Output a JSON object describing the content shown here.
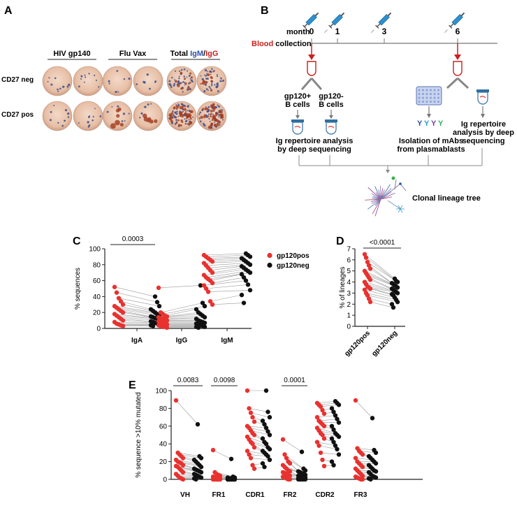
{
  "panel_a": {
    "letter": "A",
    "col_headers": [
      "HIV gp140",
      "Flu Vax",
      "Total"
    ],
    "total_igm": "IgM",
    "total_sep": "/",
    "total_igg": "IgG",
    "rows": [
      "CD27 neg",
      "CD27 pos"
    ]
  },
  "panel_b": {
    "letter": "B",
    "month_label": "month",
    "months": [
      "0",
      "1",
      "3",
      "6"
    ],
    "blood": "Blood",
    "collection": "collection",
    "gp120pos": [
      "gp120+",
      "B cells"
    ],
    "gp120neg": [
      "gp120-",
      "B cells"
    ],
    "ig_rep_left": [
      "Ig repertoire analysis",
      "by deep sequencing"
    ],
    "isolation": [
      "Isolation of mAbs",
      "from plasmablasts"
    ],
    "ig_rep_right": [
      "Ig repertoire",
      "analysis by deep",
      "sequencing"
    ],
    "clonal": "Clonal lineage tree"
  },
  "colors": {
    "pos": "#e8322f",
    "neg": "#111111",
    "blood_red": "#c8201e",
    "syringe": "#2f8fcf",
    "igm_blue": "#2d4fa8"
  },
  "chart_data": [
    {
      "panel": "C",
      "type": "scatter",
      "ylabel": "% sequences",
      "ylim": [
        0,
        100
      ],
      "yticks": [
        0,
        20,
        40,
        60,
        80,
        100
      ],
      "categories": [
        "IgA",
        "IgG",
        "IgM"
      ],
      "legend": [
        "gp120pos",
        "gp120neg"
      ],
      "legend_position": "top-right",
      "pvalues": [
        {
          "category": "IgA",
          "text": "0.0003"
        }
      ],
      "series": [
        {
          "name": "gp120pos",
          "values": {
            "IgA": [
              52,
              45,
              38,
              34,
              30,
              28,
              26,
              24,
              22,
              20,
              18,
              16,
              14,
              12,
              10,
              8,
              6,
              5,
              4,
              3
            ],
            "IgG": [
              51,
              20,
              18,
              16,
              15,
              14,
              13,
              12,
              11,
              10,
              9,
              8,
              7,
              6,
              5,
              4,
              3,
              2,
              2,
              1
            ],
            "IgM": [
              92,
              90,
              88,
              86,
              84,
              82,
              79,
              76,
              73,
              70,
              67,
              64,
              62,
              60,
              57,
              54,
              50,
              46,
              34,
              30
            ]
          }
        },
        {
          "name": "gp120neg",
          "values": {
            "IgA": [
              40,
              33,
              28,
              24,
              22,
              20,
              18,
              16,
              15,
              14,
              13,
              12,
              10,
              9,
              8,
              7,
              6,
              5,
              4,
              3
            ],
            "IgG": [
              54,
              32,
              28,
              24,
              20,
              18,
              16,
              14,
              12,
              10,
              9,
              8,
              7,
              6,
              5,
              4,
              3,
              2,
              2,
              1
            ],
            "IgM": [
              94,
              92,
              90,
              88,
              86,
              84,
              82,
              80,
              78,
              76,
              74,
              72,
              70,
              68,
              64,
              60,
              55,
              48,
              42,
              32
            ]
          }
        }
      ]
    },
    {
      "panel": "D",
      "type": "scatter",
      "ylabel": "% of lineages",
      "ylim": [
        0,
        7
      ],
      "yticks": [
        0,
        1,
        2,
        3,
        4,
        5,
        6,
        7
      ],
      "categories": [
        "gp120pos",
        "gp120neg"
      ],
      "pvalues": [
        {
          "category": "gp120pos",
          "text": "<0.0001"
        }
      ],
      "pairs": [
        [
          6.5,
          4.3
        ],
        [
          6.2,
          4.1
        ],
        [
          5.8,
          4.0
        ],
        [
          5.5,
          3.9
        ],
        [
          5.2,
          3.8
        ],
        [
          5.0,
          3.7
        ],
        [
          4.8,
          3.6
        ],
        [
          4.6,
          3.5
        ],
        [
          4.4,
          3.4
        ],
        [
          4.2,
          3.3
        ],
        [
          4.0,
          3.2
        ],
        [
          3.8,
          3.1
        ],
        [
          3.6,
          3.0
        ],
        [
          3.5,
          2.9
        ],
        [
          3.4,
          2.8
        ],
        [
          3.3,
          2.6
        ],
        [
          3.0,
          2.4
        ],
        [
          2.8,
          2.2
        ],
        [
          2.5,
          2.0
        ],
        [
          2.2,
          1.7
        ]
      ]
    },
    {
      "panel": "E",
      "type": "scatter",
      "ylabel": "% sequence >10% mutated",
      "ylim": [
        0,
        100
      ],
      "yticks": [
        0,
        20,
        40,
        60,
        80,
        100
      ],
      "categories": [
        "VH",
        "FR1",
        "CDR1",
        "FR2",
        "CDR2",
        "FR3"
      ],
      "pvalues": [
        {
          "category": "VH",
          "text": "0.0083"
        },
        {
          "category": "FR1",
          "text": "0.0098"
        },
        {
          "category": "FR2",
          "text": "0.0001"
        }
      ],
      "series": [
        {
          "name": "gp120pos",
          "values": {
            "VH": [
              89,
              30,
              28,
              26,
              24,
              22,
              20,
              19,
              18,
              16,
              15,
              14,
              12,
              10,
              8,
              6,
              4,
              2,
              1,
              0
            ],
            "FR1": [
              33,
              8,
              6,
              5,
              4,
              3,
              2,
              2,
              1,
              1,
              0,
              0,
              0,
              0,
              0,
              0,
              0,
              0,
              0,
              0
            ],
            "CDR1": [
              100,
              80,
              75,
              70,
              65,
              60,
              58,
              55,
              52,
              50,
              48,
              45,
              42,
              40,
              36,
              32,
              28,
              24,
              16,
              12
            ],
            "FR2": [
              45,
              28,
              24,
              20,
              18,
              16,
              14,
              12,
              10,
              9,
              8,
              7,
              6,
              5,
              4,
              3,
              2,
              1,
              0,
              0
            ],
            "CDR2": [
              86,
              84,
              82,
              78,
              74,
              70,
              66,
              64,
              62,
              60,
              58,
              55,
              52,
              50,
              46,
              42,
              38,
              30,
              22,
              15
            ],
            "FR3": [
              89,
              35,
              32,
              30,
              28,
              24,
              20,
              18,
              16,
              14,
              12,
              10,
              8,
              6,
              4,
              3,
              2,
              1,
              0,
              0
            ]
          }
        },
        {
          "name": "gp120neg",
          "values": {
            "VH": [
              62,
              26,
              24,
              22,
              20,
              18,
              16,
              14,
              12,
              11,
              10,
              9,
              8,
              6,
              5,
              4,
              3,
              2,
              1,
              0
            ],
            "FR1": [
              23,
              3,
              2,
              2,
              1,
              1,
              1,
              0,
              0,
              0,
              0,
              0,
              0,
              0,
              0,
              0,
              0,
              0,
              0,
              0
            ],
            "CDR1": [
              100,
              76,
              70,
              66,
              62,
              58,
              54,
              50,
              46,
              42,
              40,
              36,
              34,
              32,
              30,
              28,
              26,
              22,
              18,
              14
            ],
            "FR2": [
              31,
              12,
              10,
              9,
              8,
              7,
              6,
              5,
              4,
              3,
              3,
              2,
              2,
              1,
              1,
              0,
              0,
              0,
              0,
              0
            ],
            "CDR2": [
              88,
              86,
              84,
              80,
              76,
              72,
              68,
              64,
              60,
              56,
              52,
              50,
              48,
              46,
              42,
              38,
              34,
              28,
              20,
              16
            ],
            "FR3": [
              69,
              33,
              30,
              26,
              24,
              22,
              20,
              18,
              16,
              14,
              12,
              10,
              9,
              8,
              6,
              4,
              3,
              2,
              1,
              0
            ]
          }
        }
      ]
    }
  ]
}
